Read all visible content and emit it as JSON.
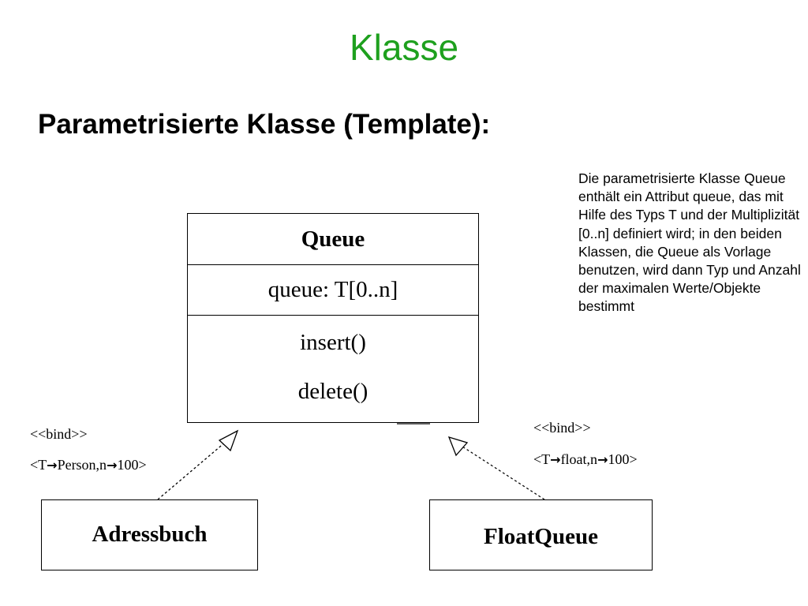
{
  "title": "Klasse",
  "subtitle": "Parametrisierte Klasse (Template):",
  "description": "Die parametrisierte Klasse Queue enthält ein Attribut queue, das mit Hilfe des Typs T und der Multiplizität [0..n] definiert wird; in den beiden Klassen, die Queue als Vorlage benutzen, wird dann Typ und Anzahl der maximalen Werte/Objekte bestimmt",
  "colors": {
    "title": "#1ea01e",
    "text": "#000000"
  },
  "template_class": {
    "name": "Queue",
    "attribute": "queue: T[0..n]",
    "operations": [
      "insert()",
      "delete()"
    ]
  },
  "bindings": [
    {
      "class_name": "Adressbuch",
      "stereotype": "<<bind>>",
      "binding_open": "<T",
      "binding_rest_1": "Person,n",
      "binding_rest_2": "100>",
      "arrow_icon": "right-arrow-icon"
    },
    {
      "class_name": "FloatQueue",
      "stereotype": "<<bind>>",
      "binding_open": "<T",
      "binding_rest_1": "float,n",
      "binding_rest_2": "100>",
      "arrow_icon": "right-arrow-icon"
    }
  ]
}
